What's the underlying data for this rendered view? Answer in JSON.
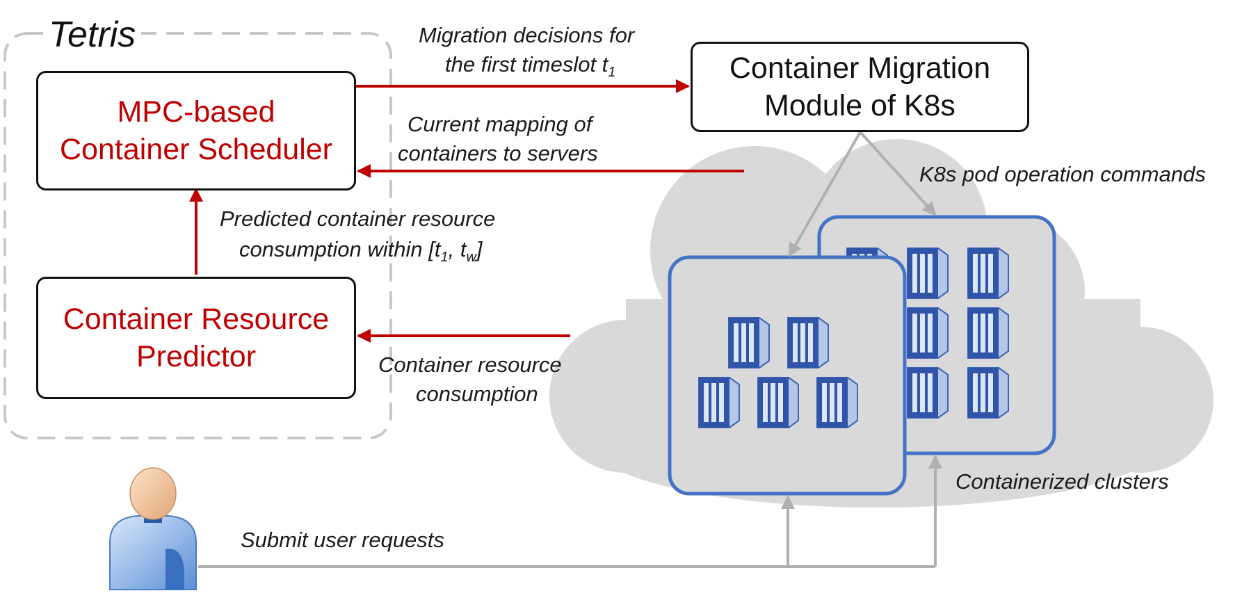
{
  "frame": {
    "title": "Tetris"
  },
  "boxes": {
    "scheduler": {
      "line1": "MPC-based",
      "line2": "Container Scheduler"
    },
    "predictor": {
      "line1": "Container Resource",
      "line2": "Predictor"
    },
    "migration": {
      "line1": "Container Migration",
      "line2": "Module of K8s"
    }
  },
  "labels": {
    "decisions_line1": "Migration decisions for",
    "decisions_line2": "the first timeslot t",
    "decisions_sub": "1",
    "mapping_line1": "Current mapping of",
    "mapping_line2": "containers to servers",
    "predicted_line1": "Predicted container resource",
    "predicted_line2_a": "consumption within [t",
    "predicted_sub1": "1",
    "predicted_line2_b": ", t",
    "predicted_sub2": "w",
    "predicted_line2_c": "]",
    "consumption_line1": "Container resource",
    "consumption_line2": "consumption",
    "k8s_commands": "K8s pod operation commands",
    "clusters": "Containerized clusters",
    "submit": "Submit user requests"
  },
  "colors": {
    "accent_red": "#c00000",
    "frame_gray": "#c8c8c8",
    "cloud_gray": "#d9d9d9",
    "cluster_blue": "#4472c4",
    "container_light": "#b4c7e7",
    "container_dark": "#2f4f9f"
  },
  "icons": {
    "user": "user-icon",
    "container": "container-icon",
    "cloud": "cloud-shape"
  }
}
